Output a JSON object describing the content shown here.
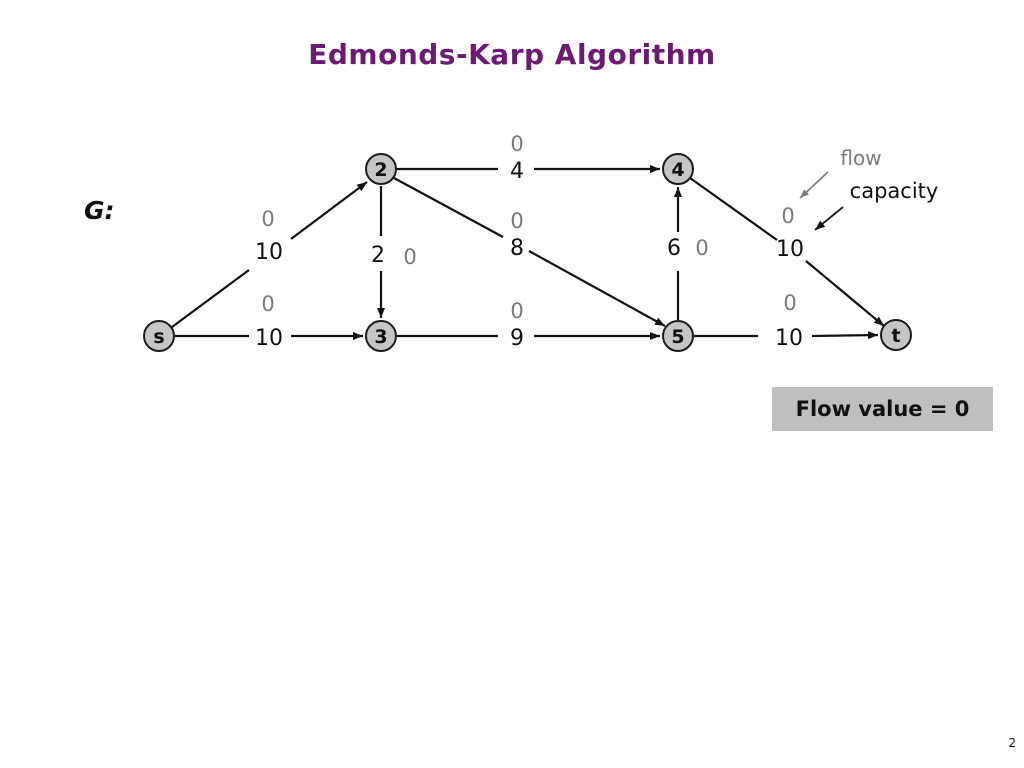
{
  "page": {
    "title": "Edmonds-Karp Algorithm",
    "page_number": "2"
  },
  "graph": {
    "label": "G:",
    "nodes": [
      {
        "id": "s"
      },
      {
        "id": "2"
      },
      {
        "id": "3"
      },
      {
        "id": "4"
      },
      {
        "id": "5"
      },
      {
        "id": "t"
      }
    ],
    "edges": [
      {
        "from": "s",
        "to": "2",
        "flow": "0",
        "capacity": "10"
      },
      {
        "from": "s",
        "to": "3",
        "flow": "0",
        "capacity": "10"
      },
      {
        "from": "2",
        "to": "4",
        "flow": "0",
        "capacity": "4"
      },
      {
        "from": "2",
        "to": "3",
        "flow": "0",
        "capacity": "2"
      },
      {
        "from": "2",
        "to": "5",
        "flow": "0",
        "capacity": "8"
      },
      {
        "from": "3",
        "to": "5",
        "flow": "0",
        "capacity": "9"
      },
      {
        "from": "5",
        "to": "4",
        "flow": "0",
        "capacity": "6"
      },
      {
        "from": "4",
        "to": "t",
        "flow": "0",
        "capacity": "10"
      },
      {
        "from": "5",
        "to": "t",
        "flow": "0",
        "capacity": "10"
      }
    ]
  },
  "legend": {
    "flow_label": "flow",
    "capacity_label": "capacity"
  },
  "status": {
    "flow_value": "Flow value = 0"
  },
  "colors": {
    "title": "#6c1a74",
    "flow_text": "#7a7a7a",
    "capacity_text": "#111111",
    "node_fill": "#c5c5c5",
    "edge_stroke": "#121212",
    "flow_box_fill": "#bfbfbf"
  }
}
